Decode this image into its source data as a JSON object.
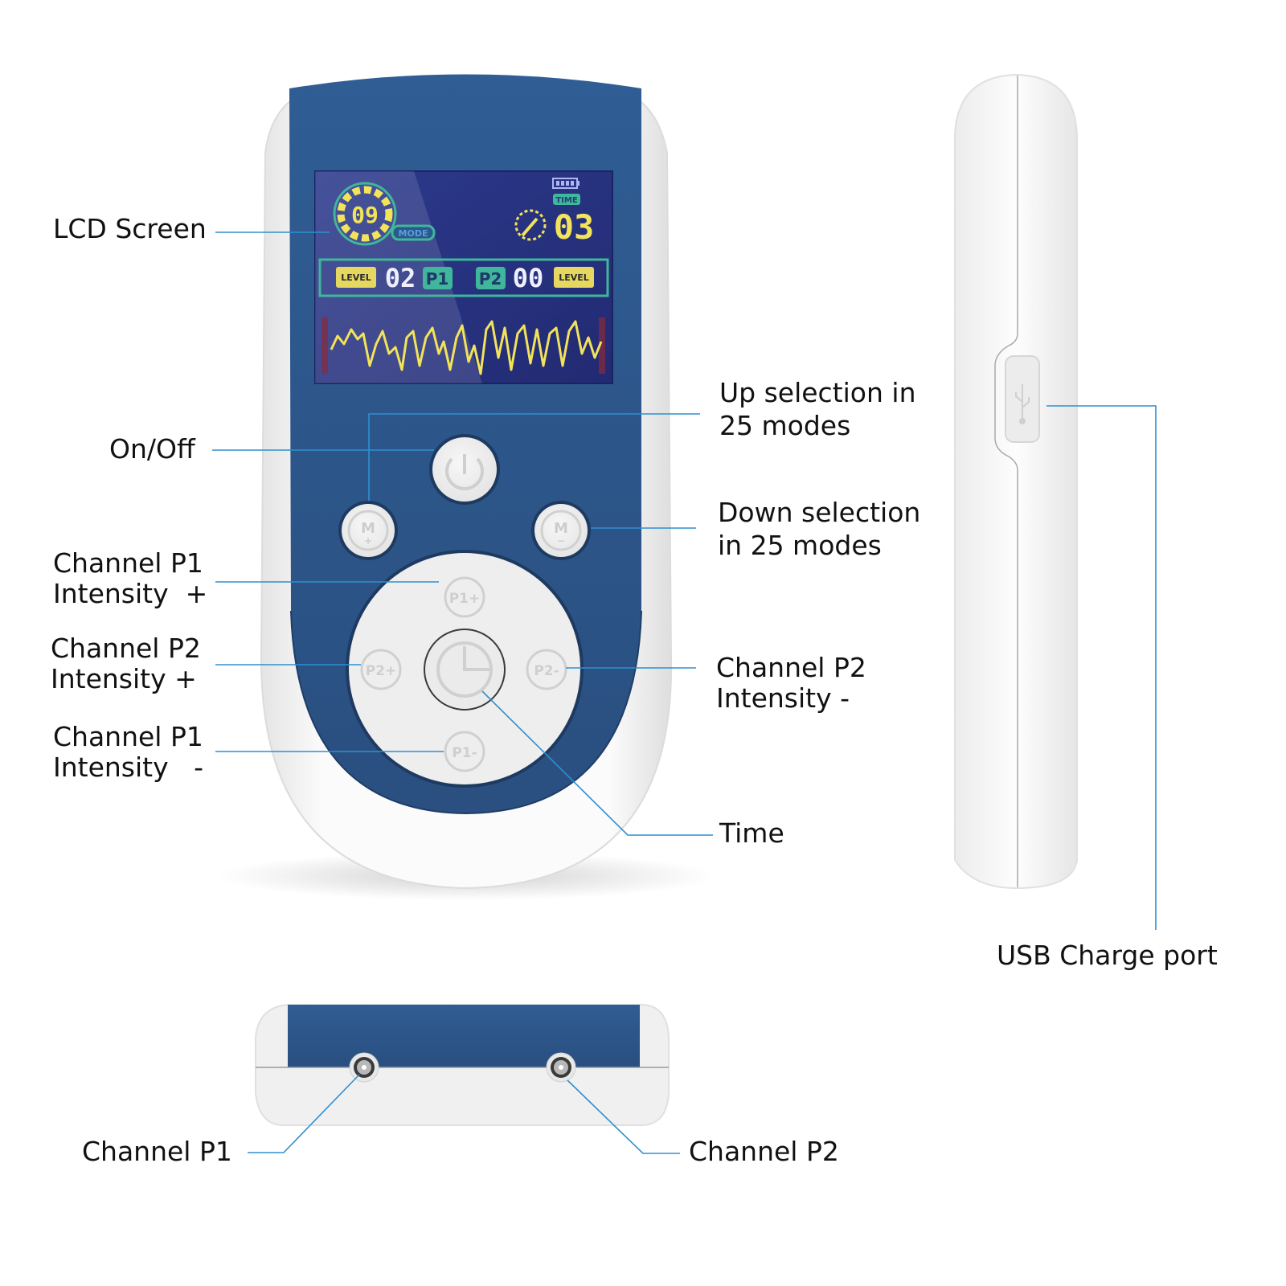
{
  "colors": {
    "device_blue": "#2d5689",
    "device_blue_dark": "#22466f",
    "device_white": "#f2f2f2",
    "button_face": "#ececec",
    "button_glyph": "#c9c9c9",
    "lcd_bg": "#2b3580",
    "lcd_yellow": "#f2e35a",
    "lcd_teal": "#3fb79a",
    "leader_line": "#2e8fd0"
  },
  "front_view": {
    "lcd": {
      "mode_value": "09",
      "mode_label": "MODE",
      "battery_icon": "battery-full-icon",
      "time_label": "TIME",
      "timer_icon": "timer-dial-icon",
      "time_value": "03",
      "p1_level_label": "LEVEL",
      "p1_value": "02",
      "p1_tag": "P1",
      "p2_tag": "P2",
      "p2_value": "00",
      "p2_level_label": "LEVEL",
      "waveform_icon": "waveform-icon"
    },
    "buttons": {
      "power": {
        "icon": "power-icon"
      },
      "mode_up": {
        "glyph": "M",
        "sub": "+"
      },
      "mode_down": {
        "glyph": "M",
        "sub": "−"
      },
      "p1_plus": {
        "label": "P1+"
      },
      "p2_plus": {
        "label": "P2+"
      },
      "p2_minus": {
        "label": "P2-"
      },
      "p1_minus": {
        "label": "P1-"
      },
      "timer": {
        "icon": "clock-icon"
      }
    }
  },
  "side_view": {
    "usb_icon": "usb-icon"
  },
  "bottom_view": {
    "jack_icon": "electrode-jack-icon"
  },
  "callouts": {
    "lcd_screen": "LCD Screen",
    "on_off": "On/Off",
    "p1_plus_line1": "Channel P1",
    "p1_plus_line2": "Intensity  +",
    "p2_plus_line1": "Channel P2",
    "p2_plus_line2": "Intensity +",
    "p1_minus_line1": "Channel P1",
    "p1_minus_line2": "Intensity   -",
    "up_line1": "Up selection in",
    "up_line2": "25 modes",
    "down_line1": "Down selection",
    "down_line2": "in 25 modes",
    "p2_minus_line1": "Channel P2",
    "p2_minus_line2": "Intensity -",
    "time": "Time",
    "usb": "USB Charge port",
    "jack_p1": "Channel P1",
    "jack_p2": "Channel P2"
  }
}
